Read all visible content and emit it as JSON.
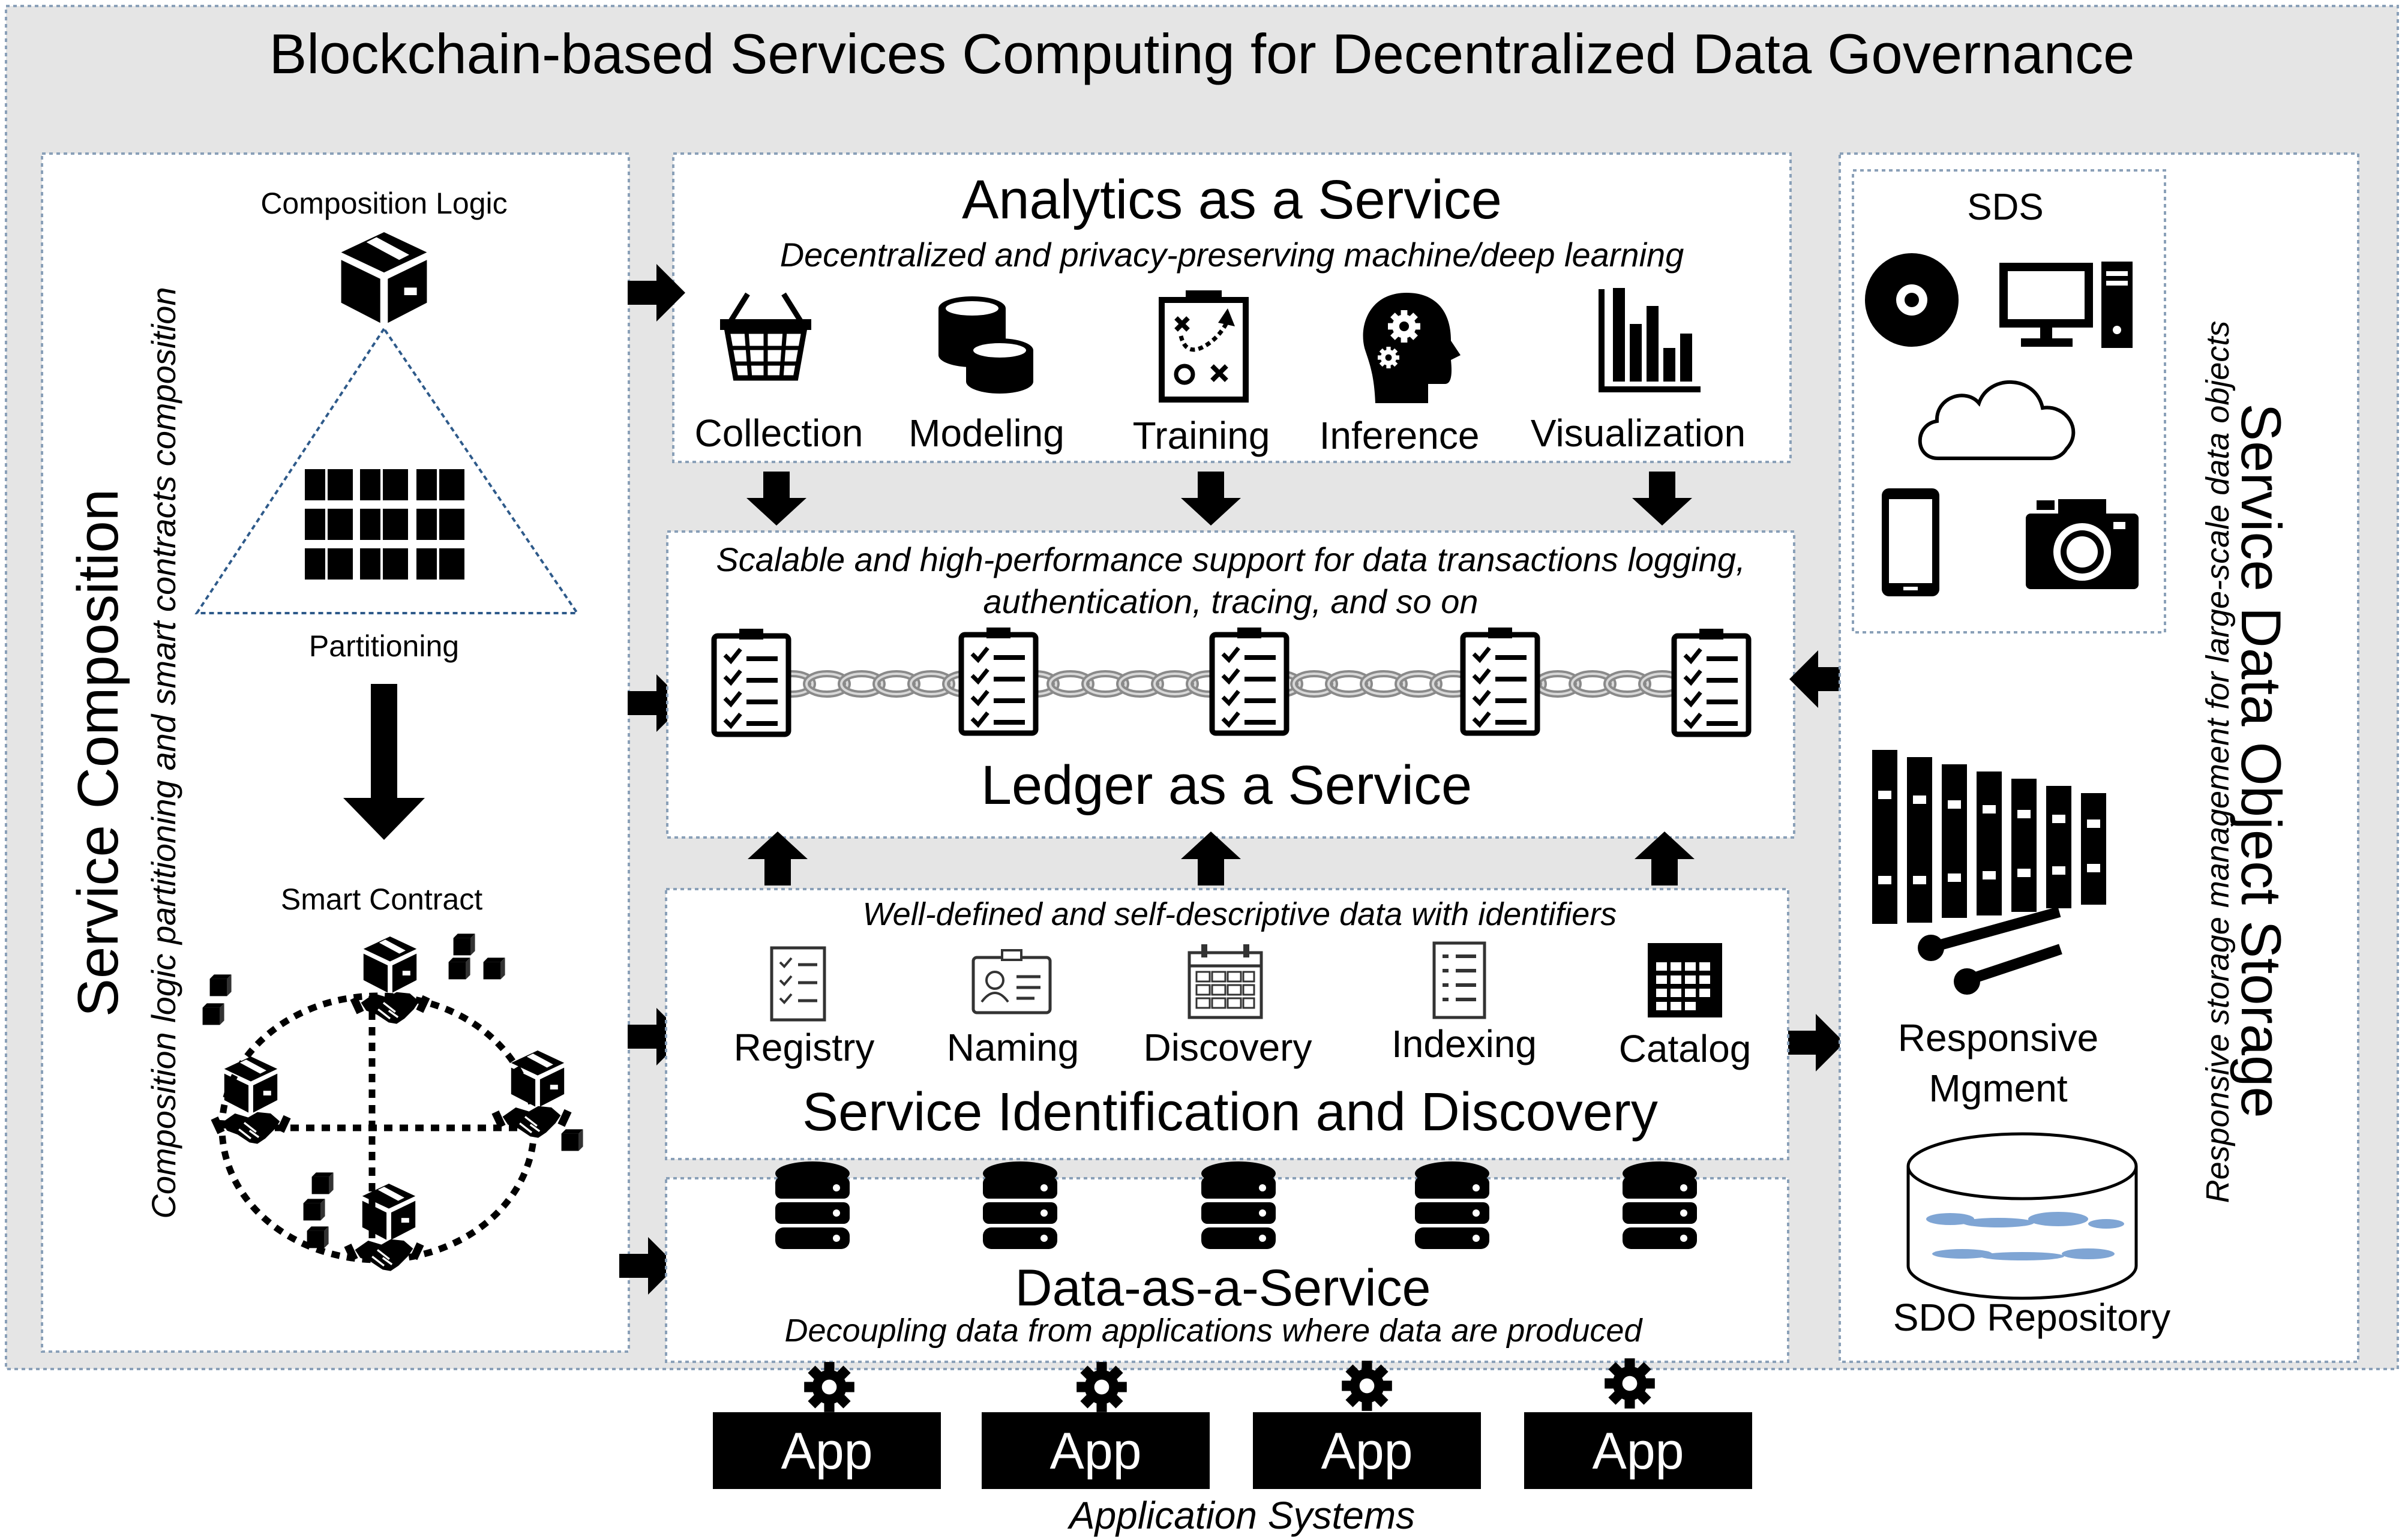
{
  "title": "Blockchain-based Services Computing for Decentralized Data Governance",
  "service_composition": {
    "heading": "Service Composition",
    "subheading": "Composition logic partitioning and smart contracts composition",
    "composition_logic": "Composition Logic",
    "partitioning": "Partitioning",
    "smart_contract": "Smart Contract"
  },
  "analytics": {
    "title": "Analytics as a Service",
    "subtitle": "Decentralized and privacy-preserving machine/deep learning",
    "items": [
      "Collection",
      "Modeling",
      "Training",
      "Inference",
      "Visualization"
    ]
  },
  "ledger": {
    "desc_line1": "Scalable and high-performance support for data transactions logging,",
    "desc_line2": "authentication, tracing, and so on",
    "title": "Ledger as a Service"
  },
  "sid": {
    "subtitle": "Well-defined and self-descriptive data with identifiers",
    "items": [
      "Registry",
      "Naming",
      "Discovery",
      "Indexing",
      "Catalog"
    ],
    "title": "Service Identification and Discovery"
  },
  "daas": {
    "title": "Data-as-a-Service",
    "subtitle": "Decoupling data from applications where data are produced"
  },
  "sdos": {
    "heading": "Service Data Object Storage",
    "subheading": "Responsive storage management for large-scale data objects",
    "sds_label": "SDS",
    "responsive_line1": "Responsive",
    "responsive_line2": "Mgment",
    "repository": "SDO Repository"
  },
  "apps": {
    "labels": [
      "App",
      "App",
      "App",
      "App"
    ],
    "caption": "Application Systems"
  },
  "icons": [
    "basket-icon",
    "coins-icon",
    "strategy-board-icon",
    "head-gears-icon",
    "bar-chart-icon",
    "checklist-icon",
    "chain-icon",
    "id-card-icon",
    "calendar-icon",
    "document-icon",
    "database-icon",
    "gear-icon",
    "disc-icon",
    "desktop-icon",
    "cloud-icon",
    "phone-icon",
    "camera-icon",
    "cube-icon",
    "handshake-icon",
    "hammer-icon",
    "cylinder-icon"
  ]
}
